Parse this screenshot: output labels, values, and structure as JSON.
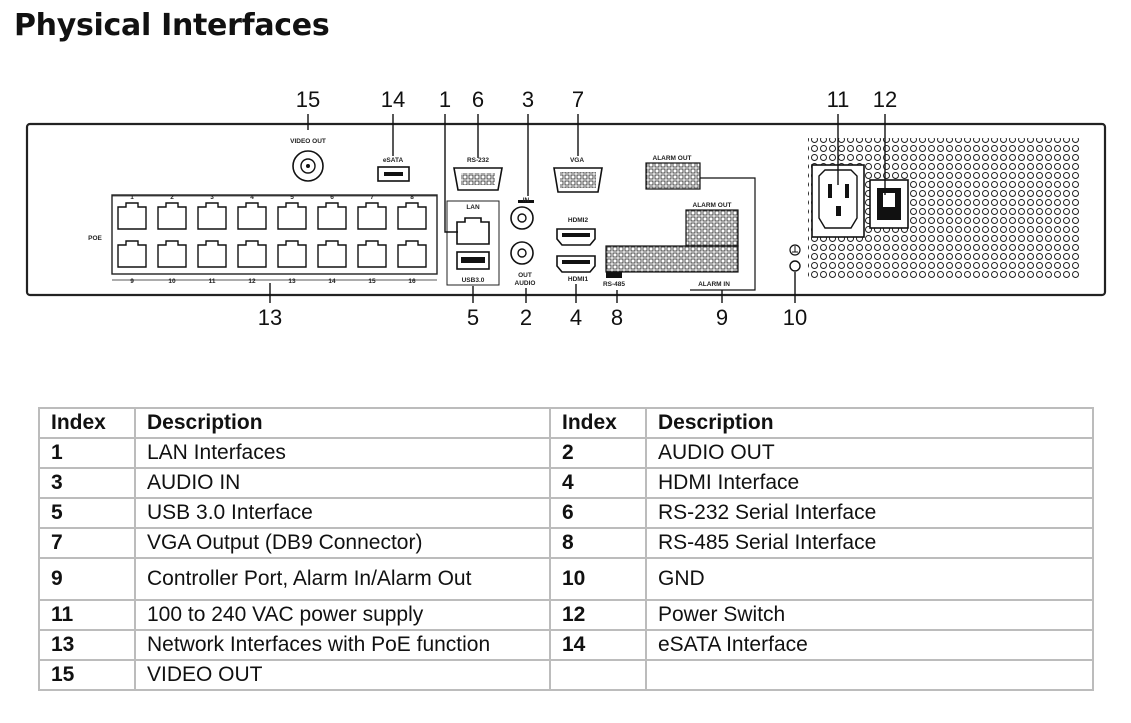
{
  "title": "Physical Interfaces",
  "panel_labels": {
    "video_out": "VIDEO OUT",
    "esata": "eSATA",
    "rs232": "RS-232",
    "lan": "LAN",
    "usb": "USB3.0",
    "audio": "AUDIO",
    "audio_in": "IN",
    "audio_out": "OUT",
    "vga": "VGA",
    "hdmi1": "HDMI1",
    "hdmi2": "HDMI2",
    "rs485": "RS-485",
    "alarm_out": "ALARM OUT",
    "alarm_in": "ALARM IN",
    "poe": "POE",
    "ports_top": [
      "1",
      "2",
      "3",
      "4",
      "5",
      "6",
      "7",
      "8"
    ],
    "ports_bottom": [
      "9",
      "10",
      "11",
      "12",
      "13",
      "14",
      "15",
      "16"
    ]
  },
  "callouts": {
    "c15": "15",
    "c14": "14",
    "c1": "1",
    "c6": "6",
    "c3": "3",
    "c7": "7",
    "c11": "11",
    "c12": "12",
    "c13": "13",
    "c5": "5",
    "c2": "2",
    "c4": "4",
    "c8": "8",
    "c9": "9",
    "c10": "10"
  },
  "table": {
    "headers": [
      "Index",
      "Description",
      "Index",
      "Description"
    ],
    "rows": [
      [
        "1",
        "LAN Interfaces",
        "2",
        "AUDIO OUT"
      ],
      [
        "3",
        "AUDIO IN",
        "4",
        "HDMI Interface"
      ],
      [
        "5",
        "USB 3.0 Interface",
        "6",
        "RS-232 Serial Interface"
      ],
      [
        "7",
        "VGA Output (DB9 Connector)",
        "8",
        "RS-485 Serial Interface"
      ],
      [
        "9",
        "Controller Port, Alarm In/Alarm Out",
        "10",
        "GND"
      ],
      [
        "11",
        "100 to 240 VAC power supply",
        "12",
        "Power Switch"
      ],
      [
        "13",
        "Network Interfaces with PoE function",
        "14",
        "eSATA Interface"
      ],
      [
        "15",
        "VIDEO OUT",
        "",
        ""
      ]
    ]
  }
}
